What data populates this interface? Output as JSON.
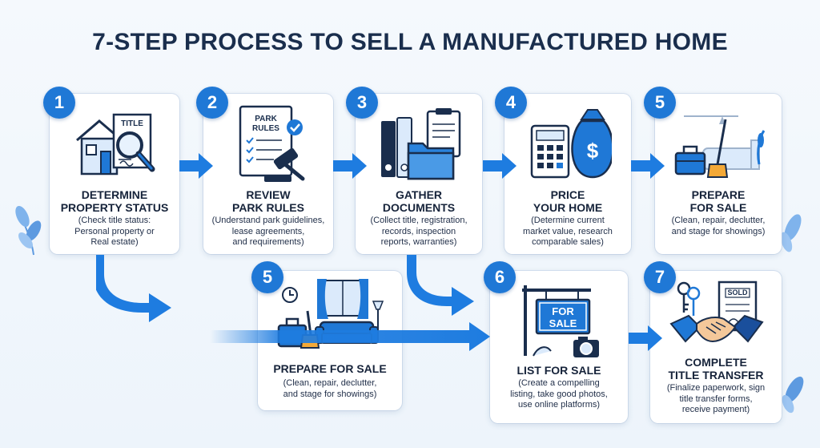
{
  "title": "7-STEP PROCESS TO SELL A MANUFACTURED HOME",
  "steps": [
    {
      "number": "1",
      "heading_line1": "DETERMINE",
      "heading_line2": "PROPERTY STATUS",
      "desc_lines": [
        "(Check title status:",
        "Personal property or",
        "Real estate)"
      ],
      "sign_text": "TITLE",
      "icon": "house-title-magnifier-icon"
    },
    {
      "number": "2",
      "heading_line1": "REVIEW",
      "heading_line2": "PARK RULES",
      "desc_lines": [
        "(Understand park guidelines,",
        "lease agreements,",
        "and requirements)"
      ],
      "sign_text_line1": "PARK",
      "sign_text_line2": "RULES",
      "icon": "rules-gavel-icon"
    },
    {
      "number": "3",
      "heading_line1": "GATHER",
      "heading_line2": "DOCUMENTS",
      "desc_lines": [
        "(Collect title, registration,",
        "records, inspection",
        "reports, warranties)"
      ],
      "icon": "binders-folder-icon"
    },
    {
      "number": "4",
      "heading_line1": "PRICE",
      "heading_line2": "YOUR HOME",
      "desc_lines": [
        "(Determine current",
        "market value, research",
        "comparable sales)"
      ],
      "icon": "calculator-moneybag-icon"
    },
    {
      "number": "5",
      "heading_line1": "PREPARE",
      "heading_line2": "FOR SALE",
      "desc_lines": [
        "(Clean, repair, declutter,",
        "and stage for showings)"
      ],
      "icon": "living-room-icon"
    },
    {
      "number": "5",
      "heading_line1": "PREPARE FOR SALE",
      "heading_line2": "",
      "desc_lines": [
        "(Clean, repair, declutter,",
        "and stage for showings)"
      ],
      "icon": "sofa-toolbox-icon"
    },
    {
      "number": "6",
      "heading_line1": "LIST FOR SALE",
      "heading_line2": "",
      "desc_lines": [
        "(Create a compelling",
        "listing, take good photos,",
        "use online platforms)"
      ],
      "sign_text_line1": "FOR",
      "sign_text_line2": "SALE",
      "icon": "for-sale-sign-icon"
    },
    {
      "number": "7",
      "heading_line1": "COMPLETE",
      "heading_line2": "TITLE TRANSFER",
      "desc_lines": [
        "(Finalize paperwork, sign",
        "title transfer forms,",
        "receive payment)"
      ],
      "sign_text": "SOLD",
      "icon": "handshake-keys-icon"
    }
  ],
  "colors": {
    "accent": "#1f78d6",
    "arrow": "#1e7ce0",
    "heading": "#16233a",
    "background": "#f1f6fc"
  }
}
